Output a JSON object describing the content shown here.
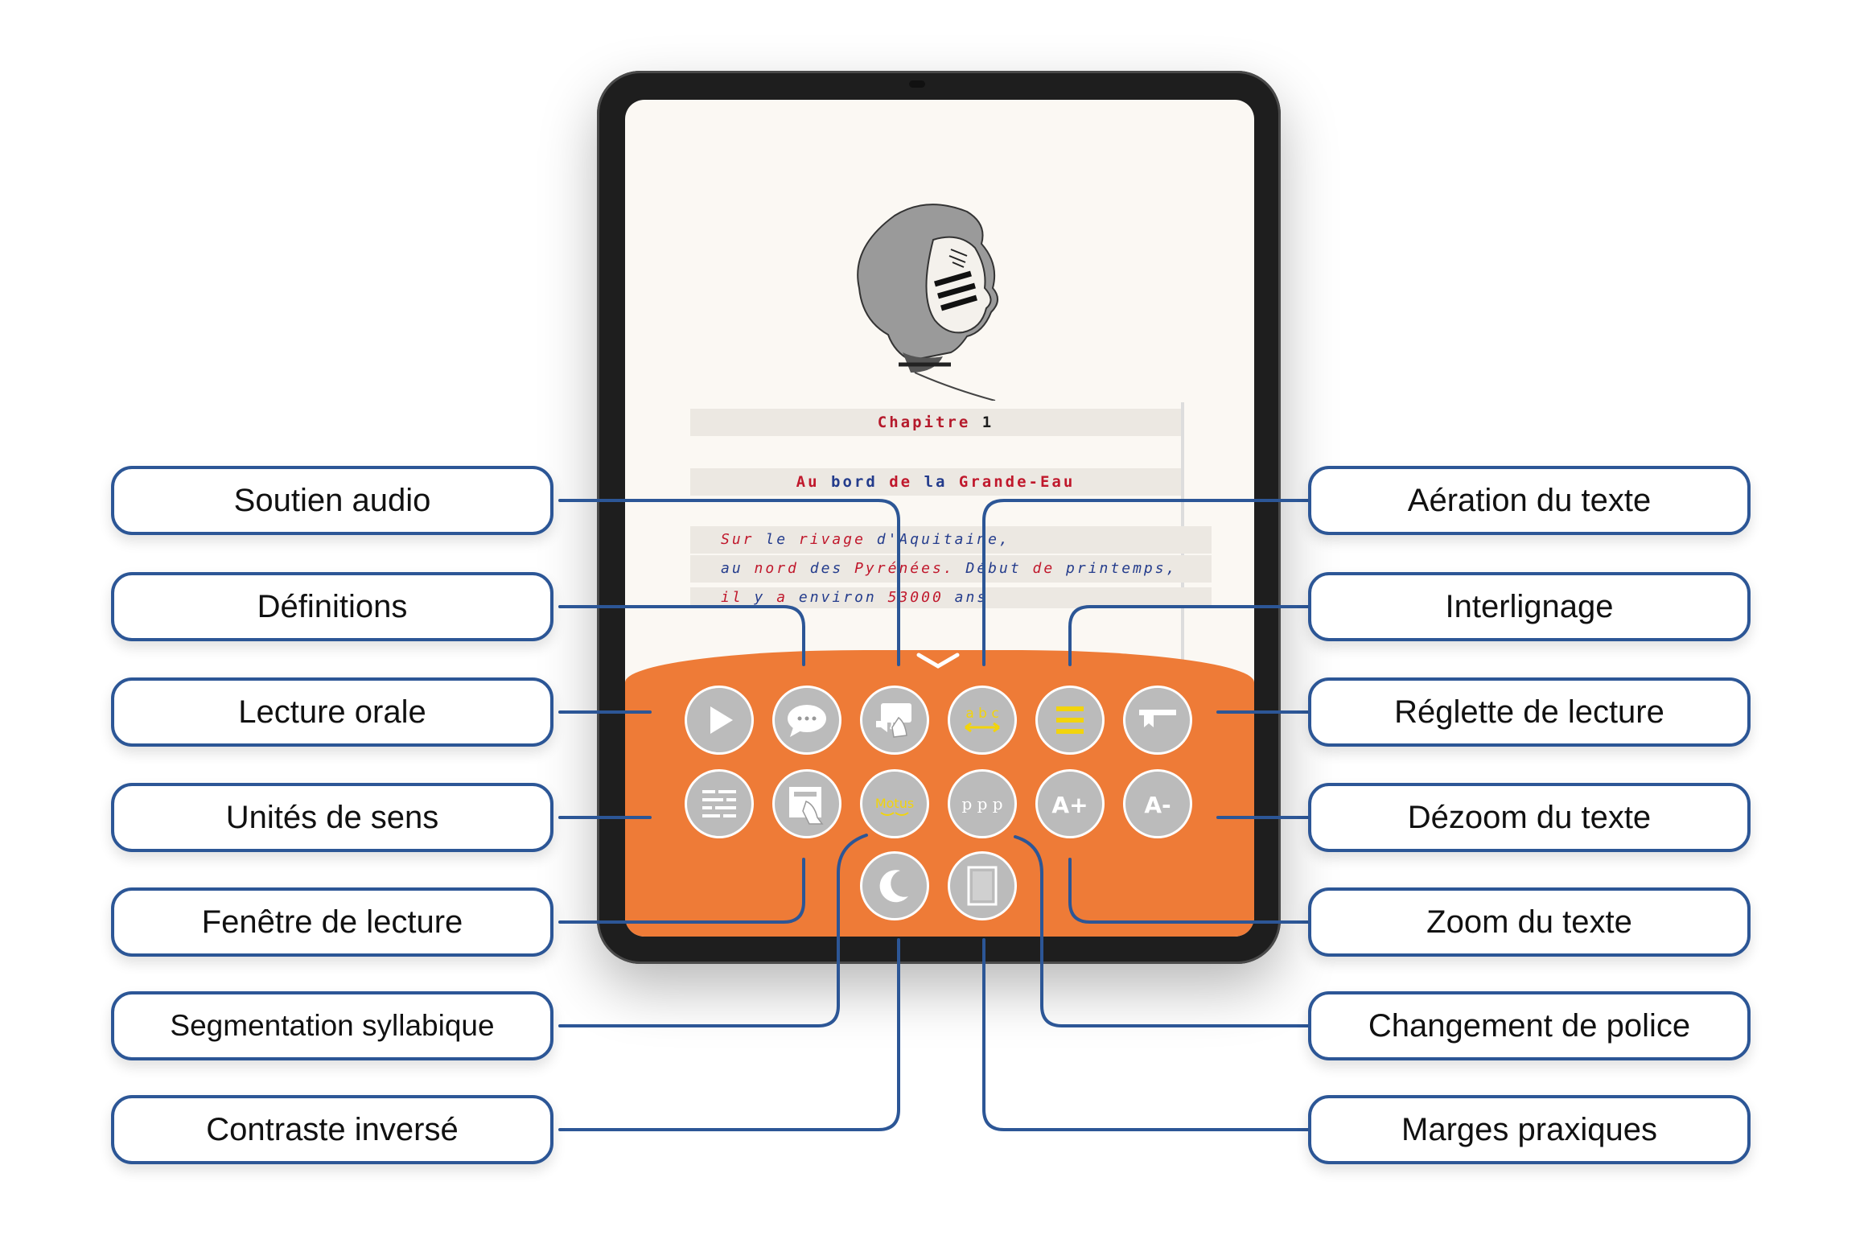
{
  "book": {
    "chapter_word": "Chapitre",
    "chapter_number": "1",
    "title_parts": [
      "Au",
      "bord",
      "de",
      "la",
      "Grande-Eau"
    ],
    "lines": [
      [
        "Sur",
        "le",
        "rivage",
        "d'Aquitaine,"
      ],
      [
        "au",
        "nord",
        "des",
        "Pyrénées.",
        "Début",
        "de",
        "printemps,"
      ],
      [
        "il",
        "y",
        "a",
        "environ",
        "53000",
        "ans"
      ]
    ]
  },
  "buttons": {
    "play": "play-icon",
    "definitions": "speech-bubble-icon",
    "audio": "audio-touch-icon",
    "spacing_text": "a b c",
    "line_spacing": "lines-icon",
    "ruler": "ruler-icon",
    "meaning_units": "text-blocks-icon",
    "reading_window": "window-touch-icon",
    "syllables_text": "Motus",
    "font_text": "p p p",
    "zoom_in_text": "A+",
    "zoom_out_text": "A-",
    "contrast": "moon-icon",
    "margins": "margins-icon"
  },
  "labels": {
    "left": [
      "Soutien audio",
      "Définitions",
      "Lecture orale",
      "Unités de sens",
      "Fenêtre de lecture",
      "Segmentation syllabique",
      "Contraste inversé"
    ],
    "right": [
      "Aération du texte",
      "Interlignage",
      "Réglette de lecture",
      "Dézoom du texte",
      "Zoom du texte",
      "Changement de police",
      "Marges praxiques"
    ]
  },
  "colors": {
    "accent_orange": "#ee7b37",
    "label_border": "#2c5696",
    "button_gray": "#bbbbbb",
    "icon_yellow": "#f2d40c",
    "text_red": "#c0182c",
    "text_blue": "#243c8c"
  }
}
